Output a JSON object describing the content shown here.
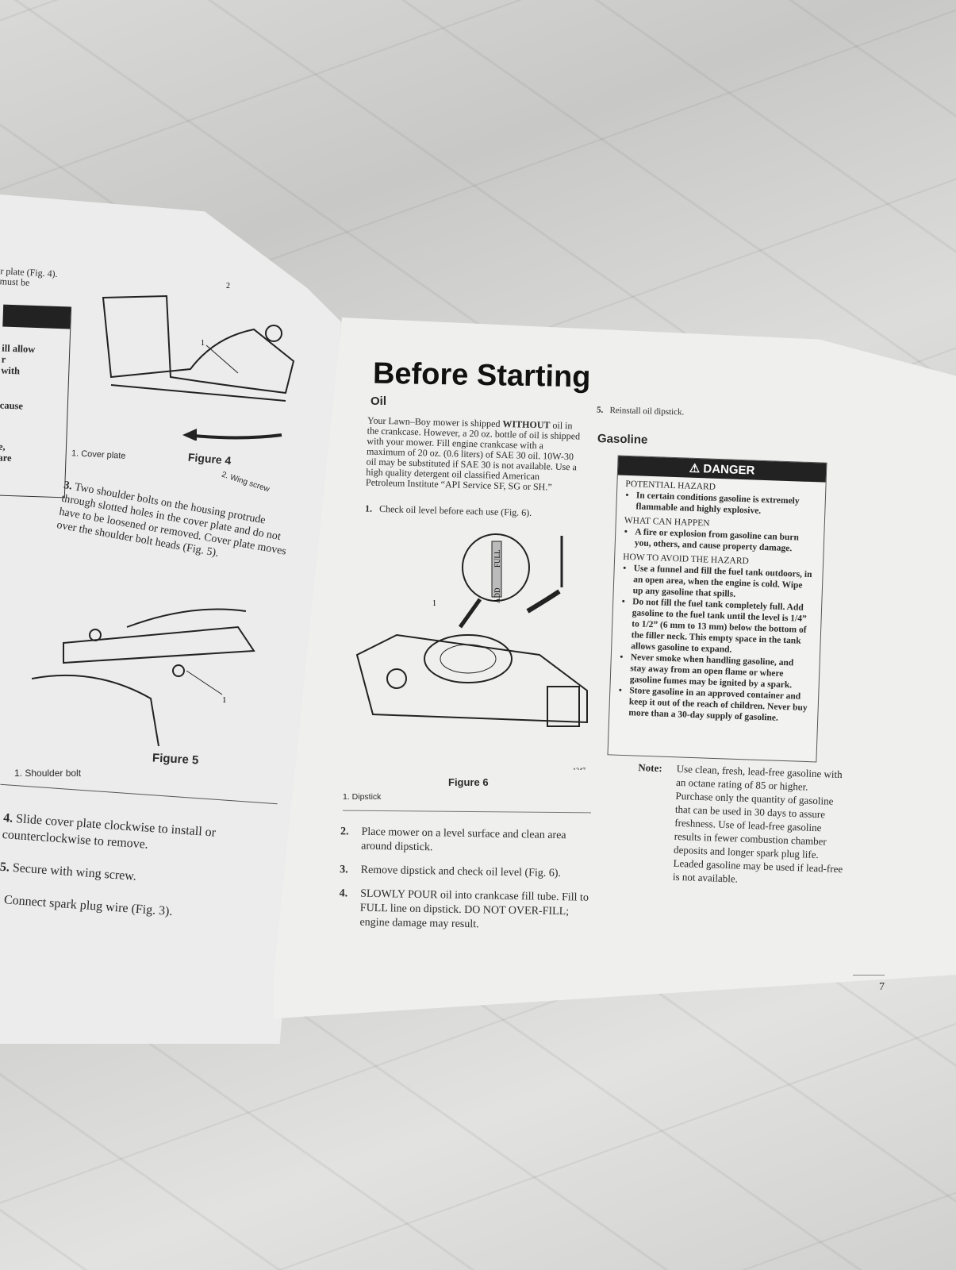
{
  "left_page": {
    "fragment_top": "r plate (Fig. 4).",
    "fragment_top2": "must be",
    "box_fragments": [
      "ill allow",
      "r",
      "with",
      "cause",
      "e,",
      "are"
    ],
    "fig4_caption": "Figure 4",
    "fig4_labels": [
      "1. Cover plate",
      "2. Wing screw"
    ],
    "fig4_callouts": [
      "1",
      "2"
    ],
    "step3_num": "3.",
    "step3": "Two shoulder bolts on the housing protrude through slotted holes in the cover plate and do not have to be loosened or removed. Cover plate moves over the shoulder bolt heads (Fig. 5).",
    "fig5_caption": "Figure 5",
    "fig5_labels": [
      "1. Shoulder bolt"
    ],
    "fig5_callout": "1",
    "steps": [
      {
        "num": "4.",
        "text": "Slide cover plate clockwise to install or counterclockwise to remove."
      },
      {
        "num": "5.",
        "text": "Secure with wing screw."
      },
      {
        "num": ".",
        "text": "Connect spark plug wire (Fig. 3)."
      }
    ]
  },
  "right_page": {
    "title": "Before Starting",
    "oil_heading": "Oil",
    "oil_intro_a": "Your Lawn–Boy mower is shipped ",
    "oil_intro_bold": "WITHOUT",
    "oil_intro_b": " oil in the crankcase. However, a 20 oz. bottle of oil is shipped with your mower. Fill engine crankcase with a maximum of 20 oz. (0.6 liters) of SAE 30 oil. 10W-30 oil may be substituted if SAE 30 is not available. Use a high quality detergent oil classified American Petroleum Institute “API Service SF, SG or SH.”",
    "step1": {
      "num": "1.",
      "text": "Check oil level before each use (Fig. 6)."
    },
    "fig6_caption": "Figure 6",
    "fig6_code": "1347",
    "fig6_dipstick_labels": [
      "ADD",
      "FULL"
    ],
    "fig6_callout": "1",
    "fig6_labels": [
      "1. Dipstick"
    ],
    "steps": [
      {
        "num": "2.",
        "text": "Place mower on a level surface and clean area around dipstick."
      },
      {
        "num": "3.",
        "text": "Remove dipstick and check oil level (Fig. 6)."
      },
      {
        "num": "4.",
        "text": "SLOWLY POUR oil into crankcase fill tube. Fill to FULL line on dipstick. DO NOT OVER-FILL; engine damage may result."
      }
    ],
    "step5": {
      "num": "5.",
      "text": "Reinstall oil dipstick."
    },
    "gasoline_heading": "Gasoline",
    "danger": {
      "title": "DANGER",
      "sections": [
        {
          "heading": "POTENTIAL HAZARD",
          "bullets": [
            "In certain conditions gasoline is extremely flammable and highly explosive."
          ]
        },
        {
          "heading": "WHAT CAN HAPPEN",
          "bullets": [
            "A fire or explosion from gasoline can burn you, others, and cause property damage."
          ]
        },
        {
          "heading": "HOW TO AVOID THE HAZARD",
          "bullets": [
            "Use a funnel and fill the fuel tank outdoors, in an open area, when the engine is cold. Wipe up any gasoline that spills.",
            "Do not fill the fuel tank completely full. Add gasoline to the fuel tank until the level is 1/4” to 1/2” (6 mm to 13 mm) below the bottom of the filler neck. This empty space in the tank allows gasoline to expand.",
            "Never smoke when handling gasoline, and stay away from an open flame or where gasoline fumes may be ignited by a spark.",
            "Store gasoline in an approved container and keep it out of the reach of children. Never buy more than a 30-day supply of gasoline."
          ]
        }
      ]
    },
    "note_label": "Note:",
    "note_text": "Use clean, fresh, lead-free gasoline with an octane rating of 85 or higher. Purchase only the quantity of gasoline that can be used in 30 days to assure freshness. Use of lead-free gasoline results in fewer combustion chamber deposits and longer spark plug life. Leaded gasoline may be used if lead-free is not available.",
    "page_number": "7"
  }
}
